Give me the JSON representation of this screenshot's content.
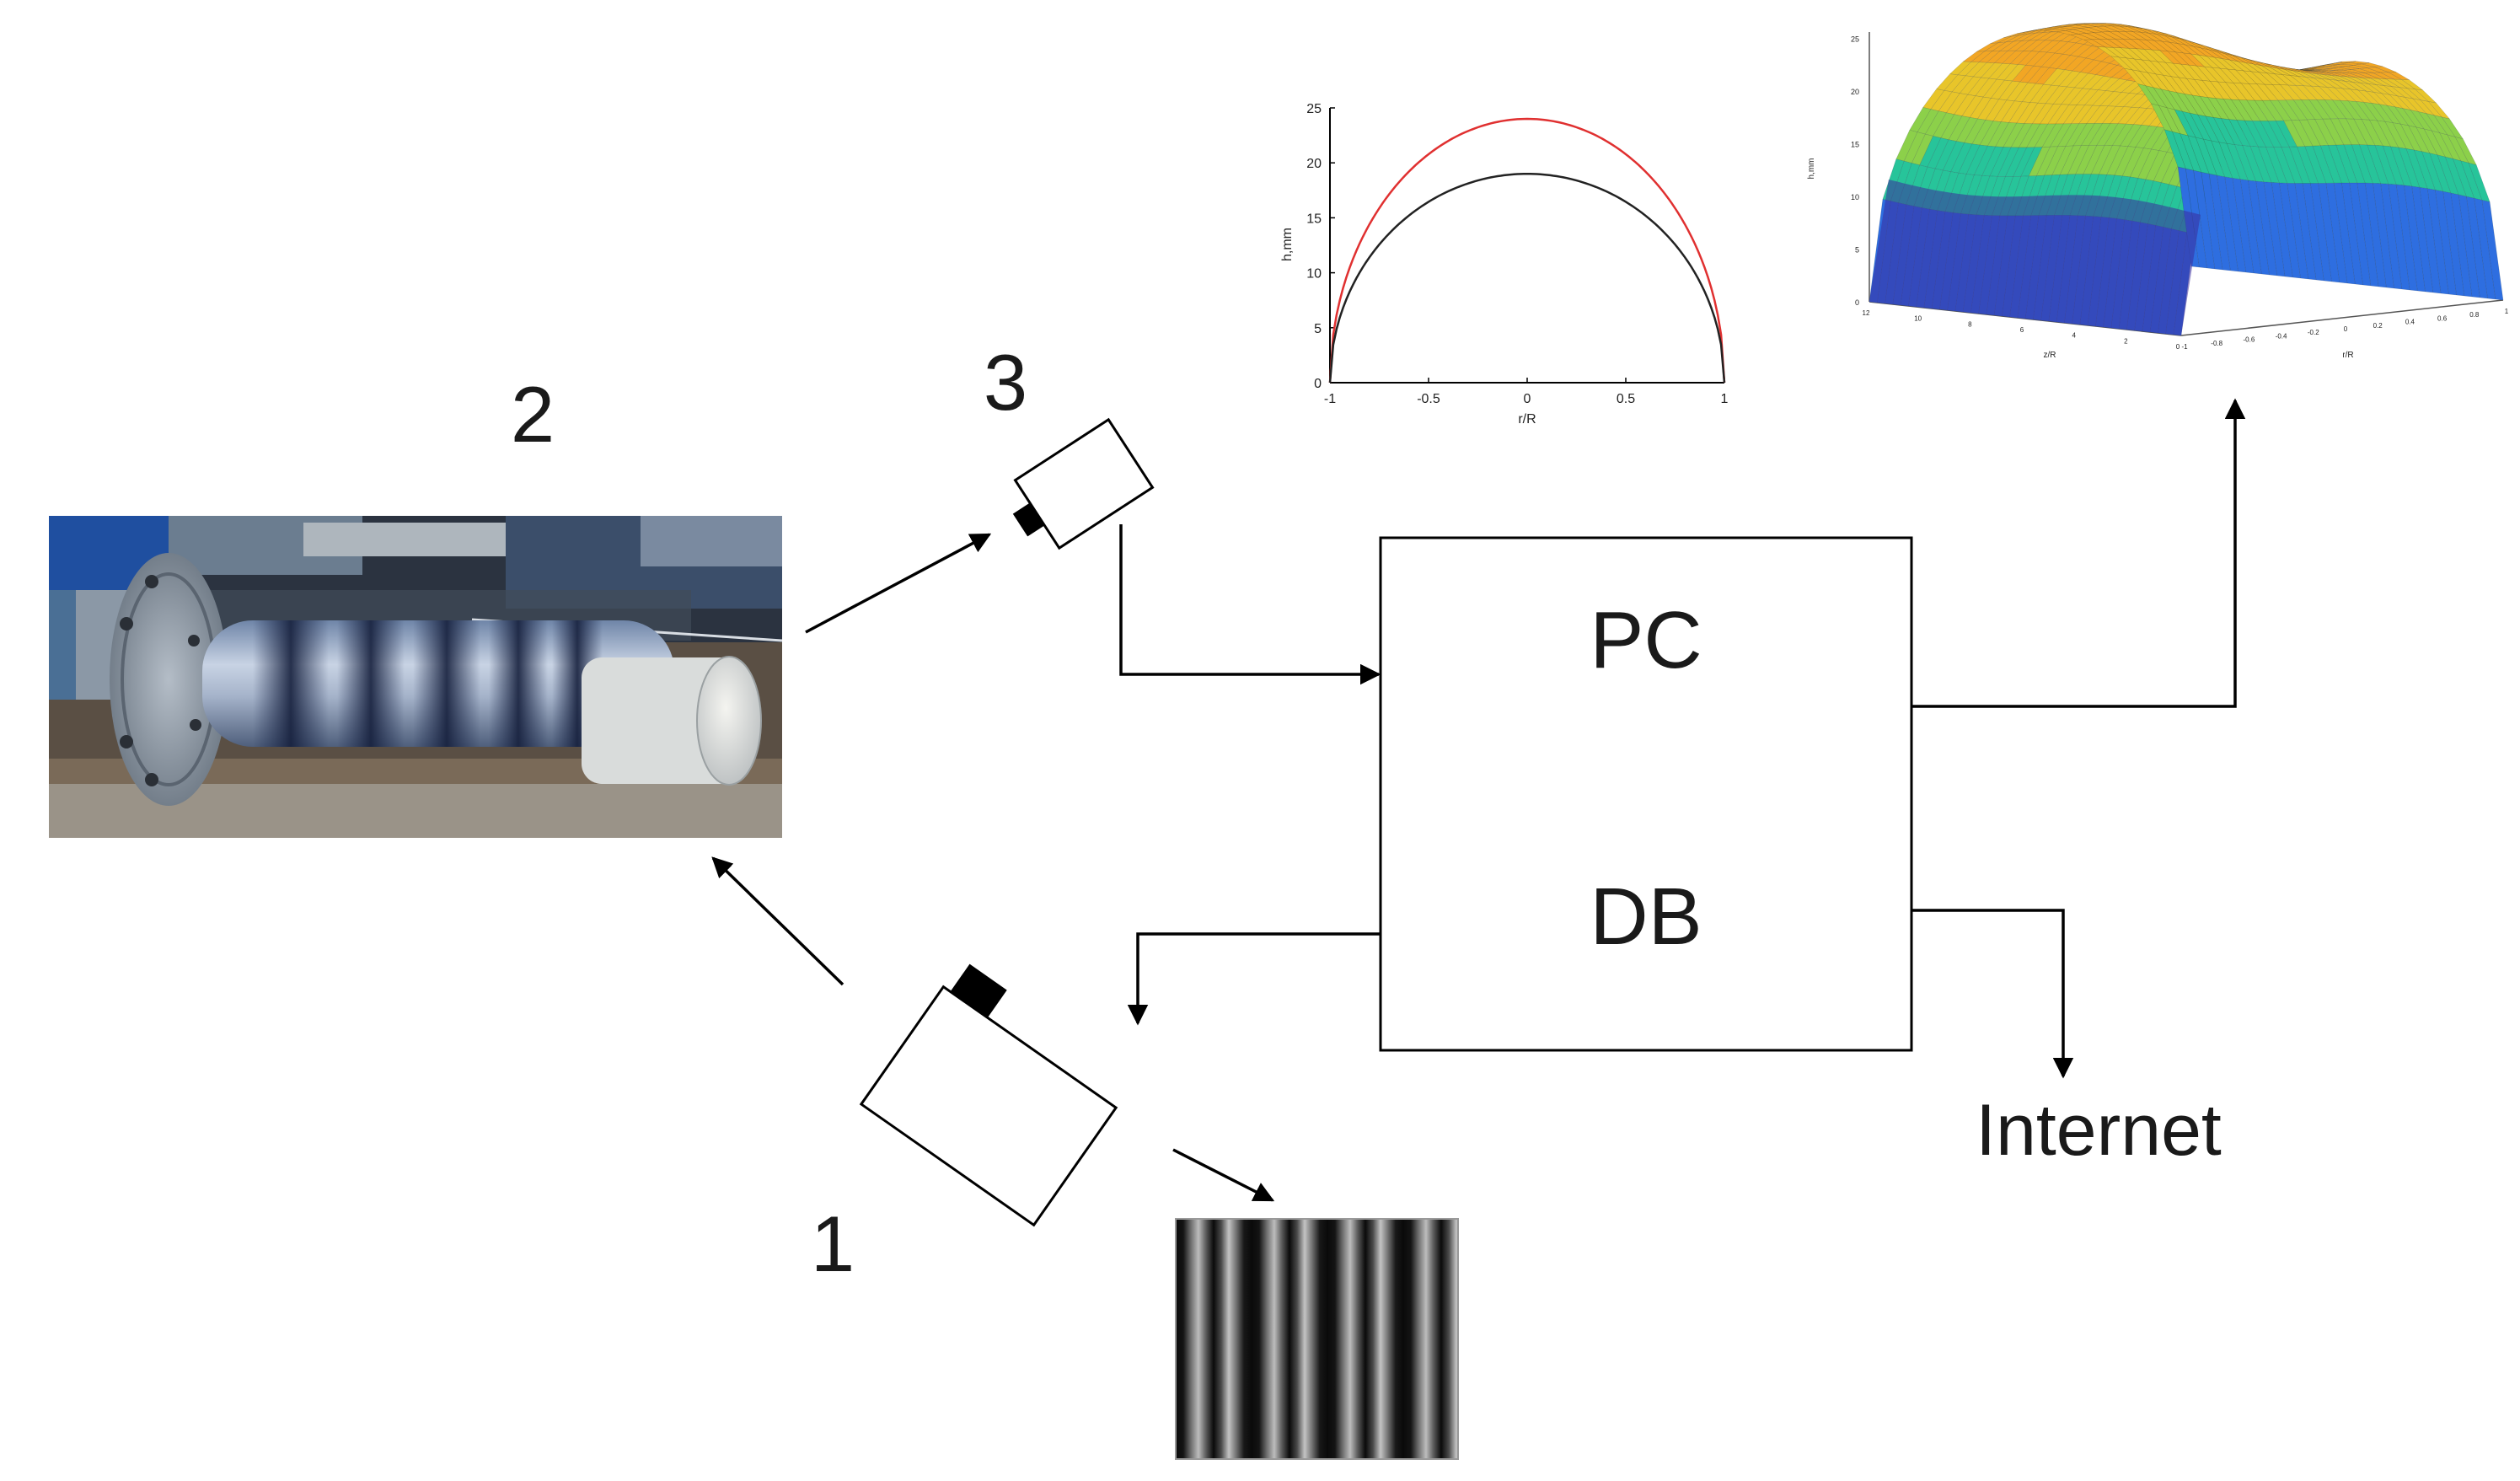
{
  "labels": {
    "projector_number": "1",
    "object_number": "2",
    "camera_number": "3",
    "pc": "PC",
    "db": "DB",
    "internet": "Internet"
  },
  "chart_data": [
    {
      "type": "line",
      "title": "",
      "xlabel": "r/R",
      "ylabel": "h,mm",
      "xlim": [
        -1,
        1
      ],
      "ylim": [
        0,
        25
      ],
      "xticks": [
        "-1",
        "-0.5",
        "0",
        "0.5",
        "1"
      ],
      "yticks": [
        "0",
        "5",
        "10",
        "15",
        "20",
        "25"
      ],
      "series": [
        {
          "color": "#e03030",
          "peak": 24,
          "x": [
            -1,
            -0.75,
            -0.5,
            -0.25,
            0,
            0.25,
            0.5,
            0.75,
            1
          ],
          "y": [
            0,
            15.9,
            20.8,
            23.2,
            24,
            23.2,
            20.8,
            15.9,
            0
          ]
        },
        {
          "color": "#222222",
          "peak": 19,
          "x": [
            -1,
            -0.75,
            -0.5,
            -0.25,
            0,
            0.25,
            0.5,
            0.75,
            1
          ],
          "y": [
            0,
            12.6,
            16.5,
            18.4,
            19,
            18.4,
            16.5,
            12.6,
            0
          ]
        }
      ]
    },
    {
      "type": "surface",
      "title": "",
      "zlabel": "h,mm",
      "xlabel": "r/R",
      "ylabel": "z/R",
      "zlim": [
        0,
        25
      ],
      "zticks": [
        "0",
        "5",
        "10",
        "15",
        "20",
        "25"
      ],
      "xticks": [
        "-1",
        "-0.8",
        "-0.6",
        "-0.4",
        "-0.2",
        "0",
        "0.2",
        "0.4",
        "0.6",
        "0.8",
        "1"
      ],
      "yticks": [
        "12",
        "10",
        "8",
        "6",
        "4",
        "2",
        "0"
      ],
      "peak": 24,
      "colormap": [
        "#3b2e9e",
        "#2e6ee0",
        "#1aa6d6",
        "#27c49a",
        "#8cd04a",
        "#e8c52a",
        "#f2a624"
      ]
    }
  ]
}
